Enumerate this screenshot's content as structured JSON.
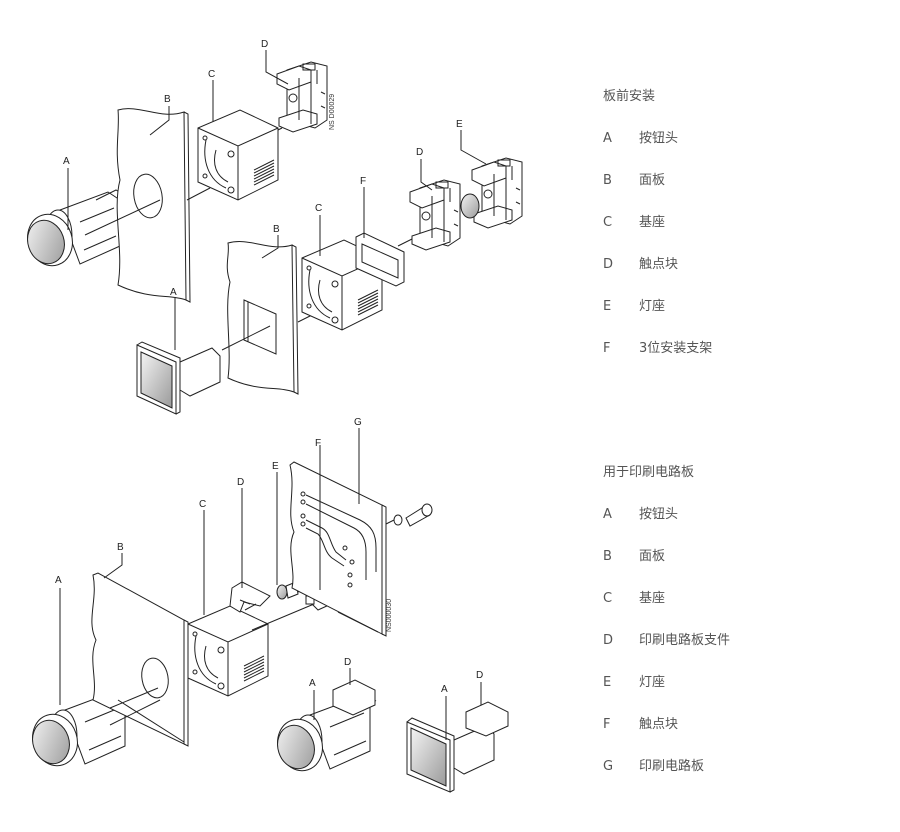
{
  "diagram": {
    "front_mount": {
      "callouts": {
        "upper": [
          "A",
          "B",
          "C",
          "D"
        ],
        "lower": [
          "A",
          "B",
          "C",
          "F",
          "D",
          "E"
        ]
      },
      "drawing_code": "NS D00029"
    },
    "pcb_mount": {
      "callouts": {
        "main": [
          "A",
          "B",
          "C",
          "D",
          "E",
          "F",
          "G"
        ],
        "variant_round": [
          "A",
          "D"
        ],
        "variant_square": [
          "A",
          "D"
        ]
      },
      "drawing_code": "NS000030"
    }
  },
  "legend": {
    "front_mount": {
      "title": "板前安装",
      "items": [
        {
          "letter": "A",
          "label": "按钮头"
        },
        {
          "letter": "B",
          "label": "面板"
        },
        {
          "letter": "C",
          "label": "基座"
        },
        {
          "letter": "D",
          "label": "触点块"
        },
        {
          "letter": "E",
          "label": "灯座"
        },
        {
          "letter": "F",
          "label": "3位安装支架"
        }
      ]
    },
    "pcb_mount": {
      "title": "用于印刷电路板",
      "items": [
        {
          "letter": "A",
          "label": "按钮头"
        },
        {
          "letter": "B",
          "label": "面板"
        },
        {
          "letter": "C",
          "label": "基座"
        },
        {
          "letter": "D",
          "label": "印刷电路板支件"
        },
        {
          "letter": "E",
          "label": "灯座"
        },
        {
          "letter": "F",
          "label": "触点块"
        },
        {
          "letter": "G",
          "label": "印刷电路板"
        }
      ]
    }
  }
}
